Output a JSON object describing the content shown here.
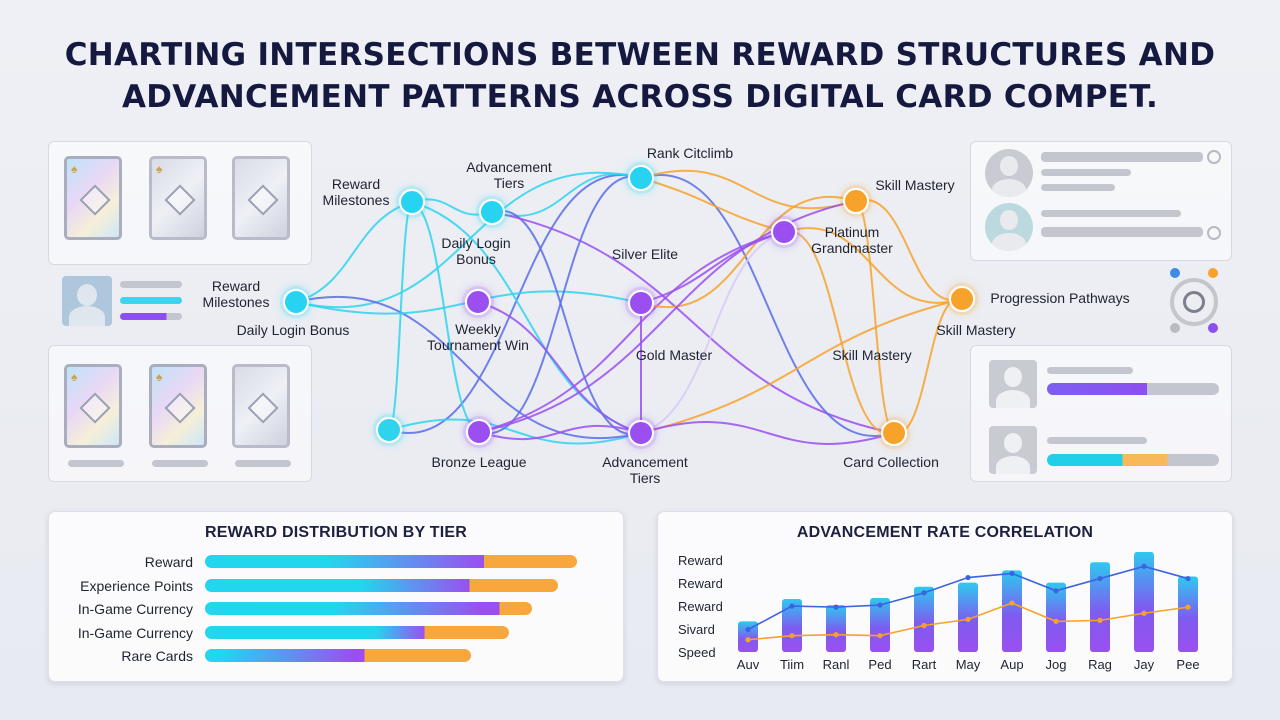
{
  "title": {
    "line1": "CHARTING INTERSECTIONS BETWEEN REWARD STRUCTURES AND",
    "line2": "ADVANCEMENT PATTERNS ACROSS DIGITAL CARD COMPET."
  },
  "network": {
    "nodes": [
      {
        "id": "n1",
        "label": "Reward\nMilestones",
        "color": "#27d3f0"
      },
      {
        "id": "n2",
        "label": "Advancement\nTiers",
        "color": "#27d3f0"
      },
      {
        "id": "n3",
        "label": "Rank Citclimb",
        "color": "#27d3f0"
      },
      {
        "id": "n4",
        "label": "Reward\nMilestones",
        "color": "#27d3f0"
      },
      {
        "id": "n4b",
        "label": "Daily Login Bonus",
        "color": "#27d3f0"
      },
      {
        "id": "n5",
        "label": "Daily Login\nBonus",
        "color": "#27d3f0"
      },
      {
        "id": "n6",
        "label": "Weekly\nTournament Win",
        "color": "#9b4ff0"
      },
      {
        "id": "n7",
        "label": "Silver Elite",
        "color": "#9b4ff0"
      },
      {
        "id": "n8",
        "label": "Gold Master",
        "color": "#9b4ff0"
      },
      {
        "id": "n9",
        "label": "Platinum\nGrandmaster",
        "color": "#9b4ff0"
      },
      {
        "id": "n10",
        "label": "Skill Mastery",
        "color": "#f7a22b"
      },
      {
        "id": "n11",
        "label": "Progression Pathways",
        "color": "#f7a22b"
      },
      {
        "id": "n11b",
        "label": "Skill Mastery",
        "color": "#f7a22b"
      },
      {
        "id": "n12",
        "label": "Skill Mastery",
        "color": "#f7a22b"
      },
      {
        "id": "n13",
        "label": "Bronze League",
        "color": "#9b4ff0"
      },
      {
        "id": "n14",
        "label": "Advancement\nTiers",
        "color": "#9b4ff0"
      },
      {
        "id": "n15",
        "label": "Card Collection",
        "color": "#f7a22b"
      }
    ]
  },
  "reward_chart": {
    "title": "REWARD DISTRIBUTION BY TIER",
    "rows": [
      {
        "label": "Reward",
        "value": 0.98
      },
      {
        "label": "Experience Points",
        "value": 0.93
      },
      {
        "label": "In-Game Currency",
        "value": 0.86
      },
      {
        "label": "In-Game Currency",
        "value": 0.8
      },
      {
        "label": "Rare Cards",
        "value": 0.7
      }
    ],
    "colors": {
      "cyan": "#22d6ef",
      "purple": "#9b4ff0",
      "orange": "#f8a73c"
    }
  },
  "chart_data": {
    "type": "bar",
    "title": "ADVANCEMENT RATE CORRELATION",
    "y_tick_labels": [
      "Reward",
      "Reward",
      "Reward",
      "Sivard",
      "Speed"
    ],
    "categories": [
      "Auv",
      "Tiim",
      "Ranl",
      "Ped",
      "Rart",
      "May",
      "Aup",
      "Jog",
      "Rag",
      "Jay",
      "Pee"
    ],
    "values": [
      30,
      52,
      46,
      53,
      64,
      68,
      80,
      68,
      88,
      98,
      74
    ],
    "series": [
      {
        "values": [
          30,
          52,
          46,
          53,
          64,
          68,
          80,
          68,
          88,
          98,
          74
        ],
        "color": "#9b4ff0"
      },
      {
        "values": [
          22,
          45,
          44,
          46,
          58,
          73,
          77,
          60,
          72,
          84,
          72
        ],
        "color": "#3c63e0"
      },
      {
        "values": [
          12,
          16,
          17,
          16,
          26,
          32,
          48,
          30,
          31,
          38,
          44
        ],
        "color": "#f7a22b"
      }
    ]
  }
}
